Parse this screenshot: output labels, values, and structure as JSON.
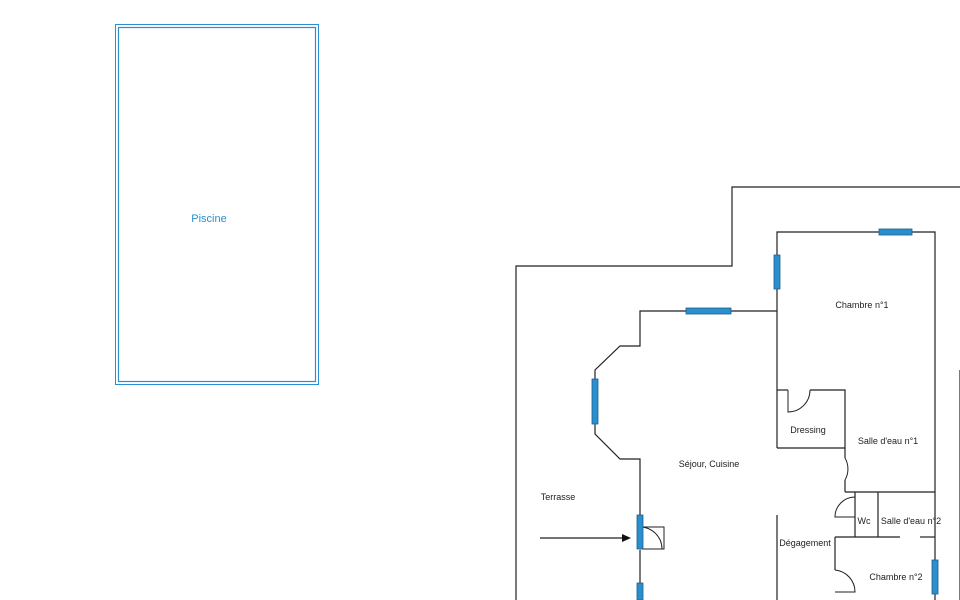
{
  "labels": {
    "pool": "Piscine",
    "chambre1": "Chambre n°1",
    "dressing": "Dressing",
    "salle_eau_1": "Salle d'eau n°1",
    "sejour": "Séjour, Cuisine",
    "terrasse": "Terrasse",
    "wc": "Wc",
    "salle_eau_2": "Salle d'eau n°2",
    "degagement": "Dégagement",
    "chambre2": "Chambre n°2"
  },
  "colors": {
    "pool_outline": "#2a8fcf",
    "window_fill": "#2a8fcf",
    "wall": "#222222"
  }
}
